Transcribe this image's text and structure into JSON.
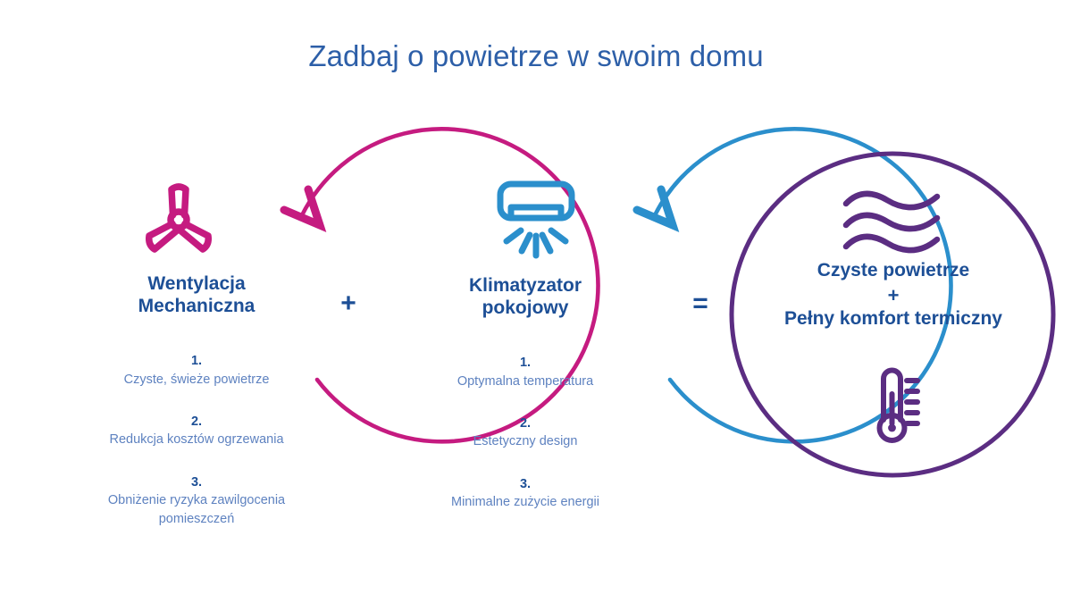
{
  "title": "Zadbaj o powietrze w swoim domu",
  "colors": {
    "title_blue": "#2D5FA8",
    "heading_navy": "#1D4F96",
    "body_blue": "#5E82C0",
    "magenta": "#C51B80",
    "blue": "#2B8FCC",
    "purple": "#5B2D82",
    "background": "#FFFFFF"
  },
  "separators": {
    "plus": "+",
    "equals": "="
  },
  "sections": [
    {
      "id": "ventilation",
      "heading": "Wentylacja\nMechaniczna",
      "accent": "#C51B80",
      "icon": "fan-icon",
      "ring": "arc-with-arrow",
      "items": [
        {
          "num": "1.",
          "text": "Czyste, świeże powietrze"
        },
        {
          "num": "2.",
          "text": "Redukcja kosztów ogrzewania"
        },
        {
          "num": "3.",
          "text": "Obniżenie ryzyka zawilgocenia\npomieszczeń"
        }
      ]
    },
    {
      "id": "air-conditioner",
      "heading": "Klimatyzator\npokojowy",
      "accent": "#2B8FCC",
      "icon": "air-conditioner-icon",
      "ring": "arc-with-arrow",
      "items": [
        {
          "num": "1.",
          "text": "Optymalna temperatura"
        },
        {
          "num": "2.",
          "text": "Estetyczny design"
        },
        {
          "num": "3.",
          "text": "Minimalne zużycie energii"
        }
      ]
    },
    {
      "id": "result",
      "accent": "#5B2D82",
      "ring": "full-circle",
      "icons": [
        "air-waves-icon",
        "thermometer-icon"
      ],
      "lines": [
        "Czyste powietrze",
        "+",
        "Pełny komfort termiczny"
      ]
    }
  ]
}
